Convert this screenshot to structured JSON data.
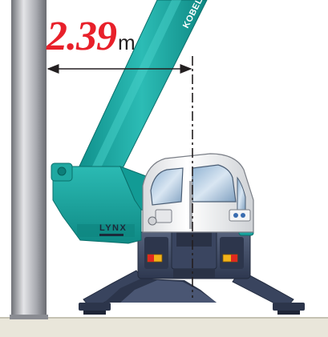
{
  "dimension": {
    "value": "2.39",
    "unit": "m"
  },
  "boom_brand": "KOBELCO",
  "model_badge": "LYNX",
  "colors": {
    "dimension_value": "#e8202a",
    "crane_body": "#1aa5a0",
    "chassis": "#3e4b66",
    "pole": "#a8aab0",
    "ground": "#e9e6da"
  }
}
